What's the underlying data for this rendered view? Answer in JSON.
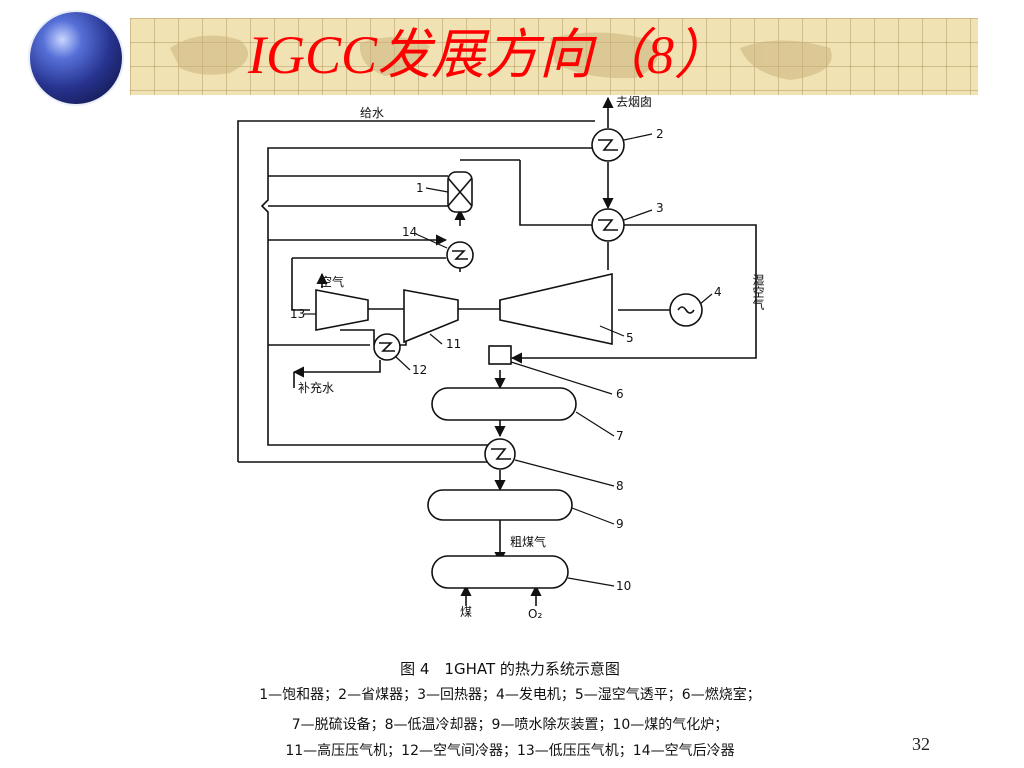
{
  "slide": {
    "title": "IGCC发展方向（8）",
    "page_number": "32"
  },
  "diagram": {
    "labels": {
      "feedwater": "给水",
      "to_chimney": "去烟囱",
      "air": "空气",
      "makeup_water": "补充水",
      "humid_air": "湿空气",
      "crude_gas": "粗煤气",
      "coal": "煤",
      "oxygen": "O₂"
    },
    "component_numbers": [
      "1",
      "2",
      "3",
      "4",
      "5",
      "6",
      "7",
      "8",
      "9",
      "10",
      "11",
      "12",
      "13",
      "14"
    ]
  },
  "caption": {
    "title": "图 4　1GHAT 的热力系统示意图",
    "line1": "1—饱和器；2—省煤器；3—回热器；4—发电机；5—湿空气透平；6—燃烧室；",
    "line2": "7—脱硫设备；8—低温冷却器；9—喷水除灰装置；10—煤的气化炉；",
    "line3": "11—高压压气机；12—空气间冷器；13—低压压气机；14—空气后冷器"
  }
}
